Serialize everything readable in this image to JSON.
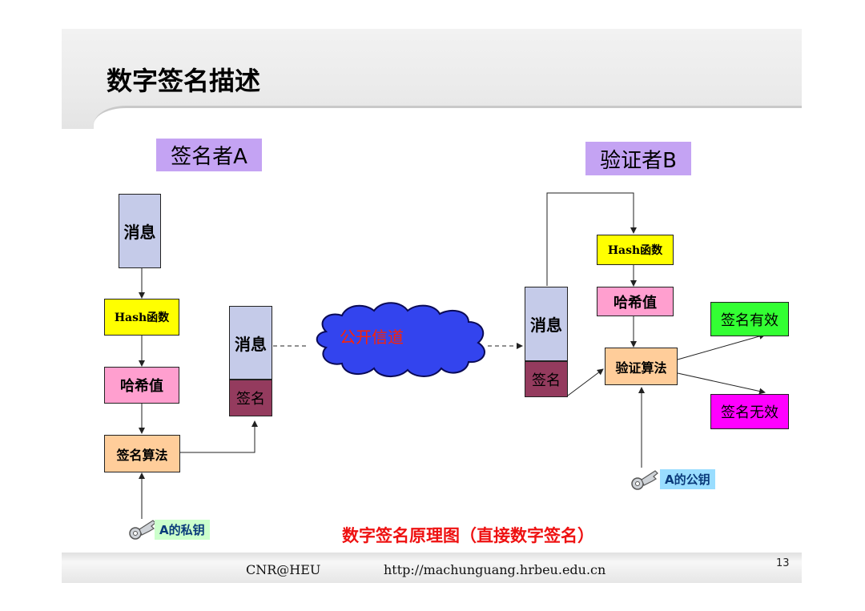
{
  "slide": {
    "title": "数字签名描述",
    "footer_left": "CNR@HEU",
    "footer_url": "http://machunguang.hrbeu.edu.cn",
    "page_number": "13"
  },
  "signer": {
    "label": "签名者A",
    "message": "消息",
    "hash_fn": "Hash函数",
    "hash_value": "哈希值",
    "sign_algo": "签名算法",
    "private_key": "A的私钥"
  },
  "channel": {
    "label": "公开信道",
    "packet_message": "消息",
    "packet_signature": "签名"
  },
  "verifier": {
    "label": "验证者B",
    "message": "消息",
    "signature": "签名",
    "hash_fn": "Hash函数",
    "hash_value": "哈希值",
    "verify_algo": "验证算法",
    "valid": "签名有效",
    "invalid": "签名无效",
    "public_key": "A的公钥"
  },
  "caption": "数字签名原理图（直接数字签名）",
  "colors": {
    "role_bg": "#c4a3f3",
    "message_bg": "#c5cbe9",
    "hash_fn_bg": "#ffff00",
    "hash_value_bg": "#ff9fcf",
    "algorithm_bg": "#ffcd9a",
    "signature_bg": "#943b5e",
    "valid_bg": "#33ff33",
    "invalid_bg": "#ff00ff",
    "cloud_fill": "#3344ee",
    "caption_color": "#ee1111"
  }
}
